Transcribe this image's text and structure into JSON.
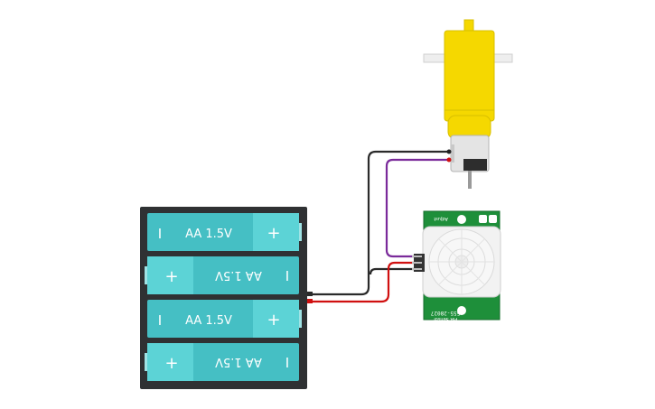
{
  "circuit": {
    "battery_pack": {
      "cells": [
        {
          "label": "AA 1.5V",
          "minus": "I",
          "plus": "+"
        },
        {
          "label": "AA 1.5V",
          "minus": "I",
          "plus": "+"
        },
        {
          "label": "AA 1.5V",
          "minus": "I",
          "plus": "+"
        },
        {
          "label": "AA 1.5V",
          "minus": "I",
          "plus": "+"
        }
      ]
    },
    "pir_sensor": {
      "label_top": "Adjust",
      "label_line1": "555-28027",
      "label_line2": "PIR Sensor"
    },
    "colors": {
      "battery_case": "#2f3133",
      "battery_cell": "#45bfc4",
      "battery_cap": "#5cd3d6",
      "motor_yellow": "#f5d800",
      "pcb_green": "#1e8f3a",
      "wire_black": "#2a2a2a",
      "wire_red": "#d01010",
      "wire_purple": "#7a2a9a"
    }
  }
}
